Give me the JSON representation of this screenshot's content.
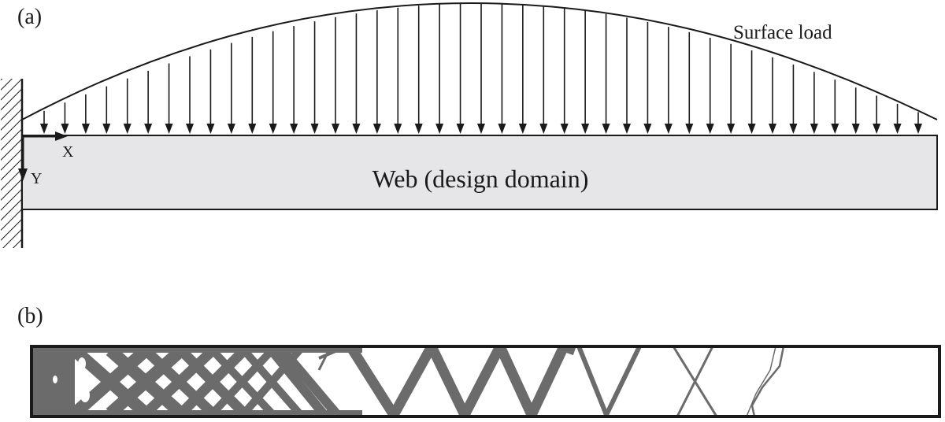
{
  "panel_a": {
    "label": "(a)",
    "load_label": "Surface load",
    "axis_x_label": "X",
    "axis_y_label": "Y",
    "domain_label": "Web (design domain)",
    "load_arrow_count": 43
  },
  "panel_b": {
    "label": "(b)"
  },
  "colors": {
    "ink": "#1a1a1a",
    "domain_fill": "#e6e6e8",
    "material": "#6b6b6b"
  }
}
